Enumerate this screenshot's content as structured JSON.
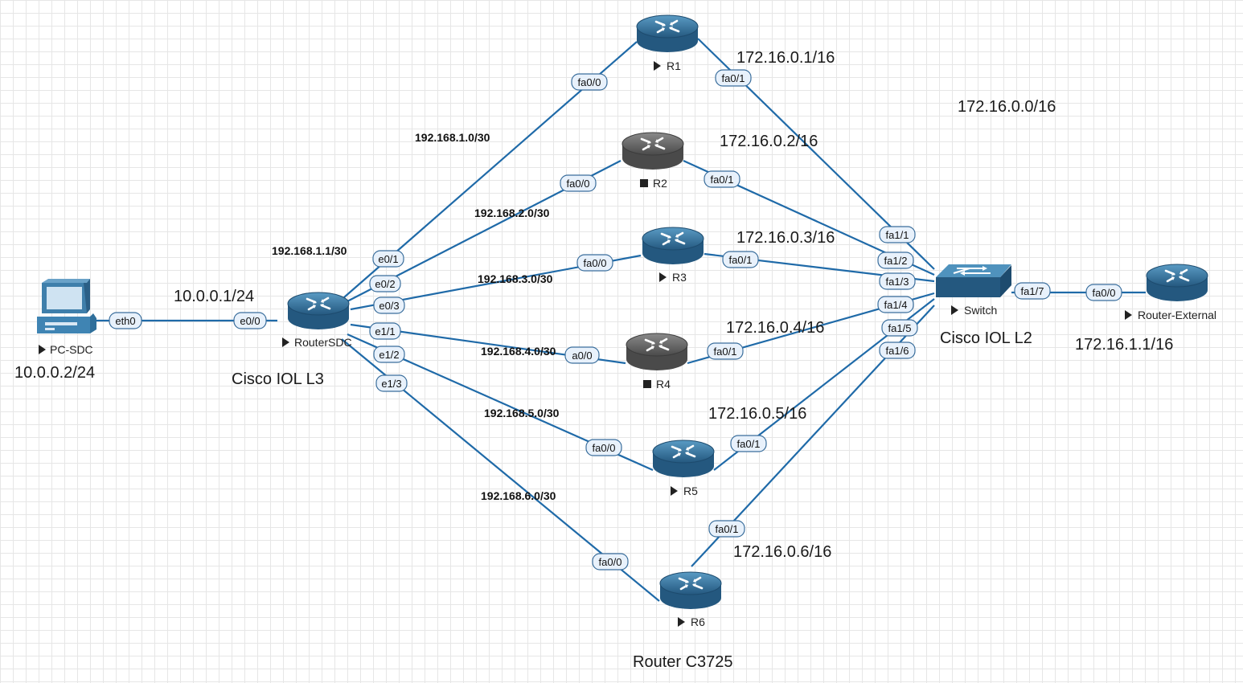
{
  "nodes": [
    {
      "id": "pc",
      "label": "PC-SDC",
      "state": "running"
    },
    {
      "id": "rsdc",
      "label": "RouterSDC",
      "state": "running"
    },
    {
      "id": "r1",
      "label": "R1",
      "state": "running"
    },
    {
      "id": "r2",
      "label": "R2",
      "state": "stopped"
    },
    {
      "id": "r3",
      "label": "R3",
      "state": "running"
    },
    {
      "id": "r4",
      "label": "R4",
      "state": "stopped"
    },
    {
      "id": "r5",
      "label": "R5",
      "state": "running"
    },
    {
      "id": "r6",
      "label": "R6",
      "state": "running"
    },
    {
      "id": "sw",
      "label": "Switch",
      "state": "running"
    },
    {
      "id": "rext",
      "label": "Router-External",
      "state": "running"
    }
  ],
  "ports": {
    "pc_eth0": "eth0",
    "rsdc_e00": "e0/0",
    "rsdc_e01": "e0/1",
    "rsdc_e02": "e0/2",
    "rsdc_e03": "e0/3",
    "rsdc_e11": "e1/1",
    "rsdc_e12": "e1/2",
    "rsdc_e13": "e1/3",
    "r1_fa00": "fa0/0",
    "r1_fa01": "fa0/1",
    "r2_fa00": "fa0/0",
    "r2_fa01": "fa0/1",
    "r3_fa00": "fa0/0",
    "r3_fa01": "fa0/1",
    "r4_fa00": "a0/0",
    "r4_fa01": "fa0/1",
    "r5_fa00": "fa0/0",
    "r5_fa01": "fa0/1",
    "r6_fa00": "fa0/0",
    "r6_fa01": "fa0/1",
    "sw_fa11": "fa1/1",
    "sw_fa12": "fa1/2",
    "sw_fa13": "fa1/3",
    "sw_fa14": "fa1/4",
    "sw_fa15": "fa1/5",
    "sw_fa16": "fa1/6",
    "sw_fa17": "fa1/7",
    "rext_fa00": "fa0/0"
  },
  "networks": {
    "n1": "192.168.1.0/30",
    "n2": "192.168.2.0/30",
    "n3": "192.168.3.0/30",
    "n4": "192.168.4.0/30",
    "n5": "192.168.5.0/30",
    "n6": "192.168.6.0/30",
    "rsdc_ip": "192.168.1.1/30"
  },
  "addresses": {
    "pc_gw": "10.0.0.1/24",
    "pc_ip": "10.0.0.2/24",
    "r1": "172.16.0.1/16",
    "r2": "172.16.0.2/16",
    "r3": "172.16.0.3/16",
    "r4": "172.16.0.4/16",
    "r5": "172.16.0.5/16",
    "r6": "172.16.0.6/16",
    "lan": "172.16.0.0/16",
    "rext": "172.16.1.1/16"
  },
  "captions": {
    "l3": "Cisco IOL L3",
    "l2": "Cisco IOL L2",
    "c3725": "Router C3725"
  },
  "colors": {
    "link": "#1f6aa8",
    "router_running": "#2b6a93",
    "router_stopped": "#5f5f5f",
    "port_fill": "#e8f1fb"
  }
}
